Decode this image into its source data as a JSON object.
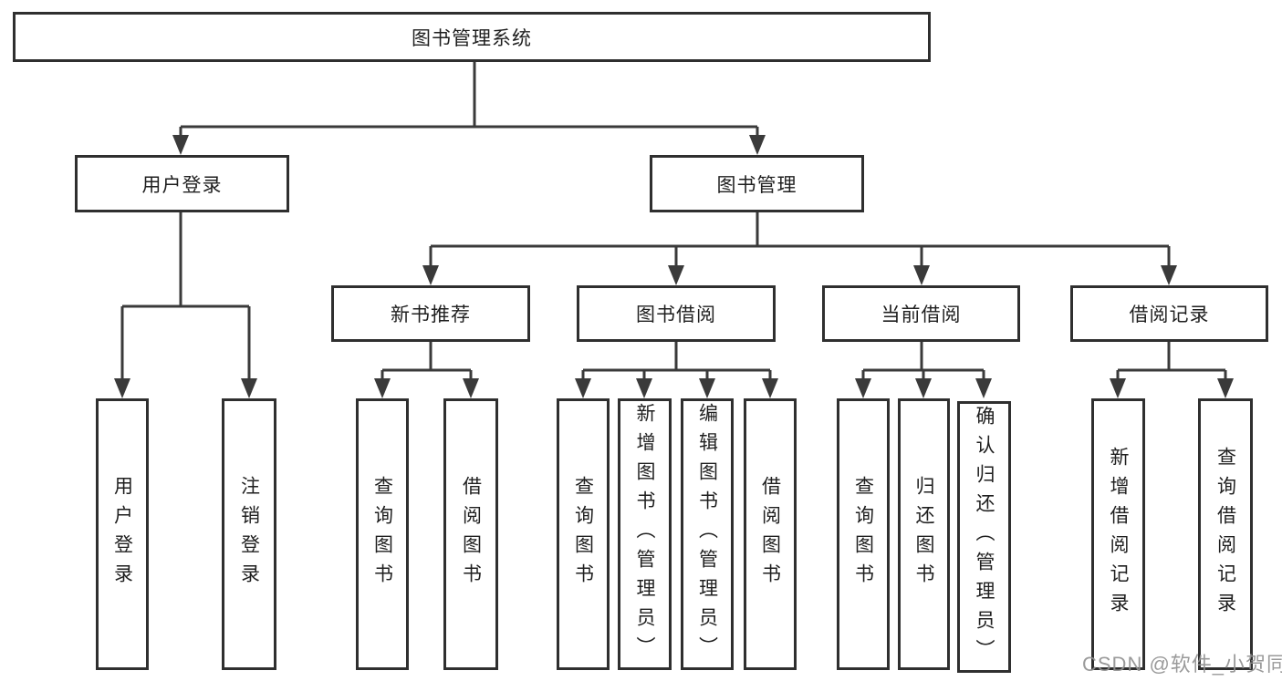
{
  "tree": {
    "root": {
      "label": "图书管理系统",
      "children": [
        {
          "label": "用户登录",
          "children": [
            {
              "label": "用户登录"
            },
            {
              "label": "注销登录"
            }
          ]
        },
        {
          "label": "图书管理",
          "children": [
            {
              "label": "新书推荐",
              "children": [
                {
                  "label": "查询图书"
                },
                {
                  "label": "借阅图书"
                }
              ]
            },
            {
              "label": "图书借阅",
              "children": [
                {
                  "label": "查询图书"
                },
                {
                  "label": "新增图书（管理员）"
                },
                {
                  "label": "编辑图书（管理员）"
                },
                {
                  "label": "借阅图书"
                }
              ]
            },
            {
              "label": "当前借阅",
              "children": [
                {
                  "label": "查询图书"
                },
                {
                  "label": "归还图书"
                },
                {
                  "label": "确认归还（管理员）"
                }
              ]
            },
            {
              "label": "借阅记录",
              "children": [
                {
                  "label": "新增借阅记录"
                },
                {
                  "label": "查询借阅记录"
                }
              ]
            }
          ]
        }
      ]
    }
  },
  "watermark": {
    "text": "CSDN @软件_小贺同学"
  },
  "colors": {
    "line": "#3a3a3a",
    "box_border": "#2f2f2f",
    "text": "#1f1f1f",
    "watermark": "#919191",
    "background": "#ffffff"
  }
}
